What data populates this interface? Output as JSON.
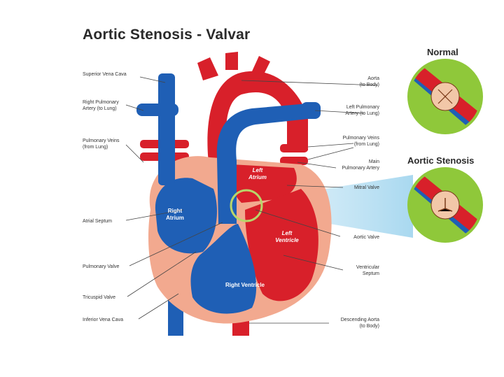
{
  "title": "Aortic Stenosis - Valvar",
  "insets": {
    "normal_title": "Normal",
    "stenosis_title": "Aortic Stenosis"
  },
  "left_labels": {
    "svc": "Superior Vena Cava",
    "rpa_1": "Right Pulmonary",
    "rpa_2": "Artery (to Lung)",
    "pv_1": "Pulmonary Veins",
    "pv_2": "(from Lung)",
    "atrial_septum": "Atrial Septum",
    "pulmonary_valve": "Pulmonary Valve",
    "tricuspid_valve": "Tricuspid Valve",
    "ivc": "Inferior Vena Cava"
  },
  "right_labels": {
    "aorta_1": "Aorta",
    "aorta_2": "(to Body)",
    "lpa_1": "Left Pulmonary",
    "lpa_2": "Artery (to Lung)",
    "pv_1": "Pulmonary Veins",
    "pv_2": "(from Lung)",
    "mpa_1": "Main",
    "mpa_2": "Pulmonary Artery",
    "mitral_valve": "Mitral Valve",
    "aortic_valve": "Aortic Valve",
    "vs_1": "Ventricular",
    "vs_2": "Septum",
    "da_1": "Descending Aorta",
    "da_2": "(to Body)"
  },
  "chamber_labels": {
    "la_1": "Left",
    "la_2": "Atrium",
    "ra_1": "Right",
    "ra_2": "Atrium",
    "lv_1": "Left",
    "lv_2": "Ventricle",
    "rv": "Right Ventricle"
  },
  "colors": {
    "oxygenated": "#d8202a",
    "deoxygenated": "#1f5fb5",
    "wall": "#f2a98f",
    "highlight": "#b8d66a",
    "beam": "#9fd4ee"
  }
}
